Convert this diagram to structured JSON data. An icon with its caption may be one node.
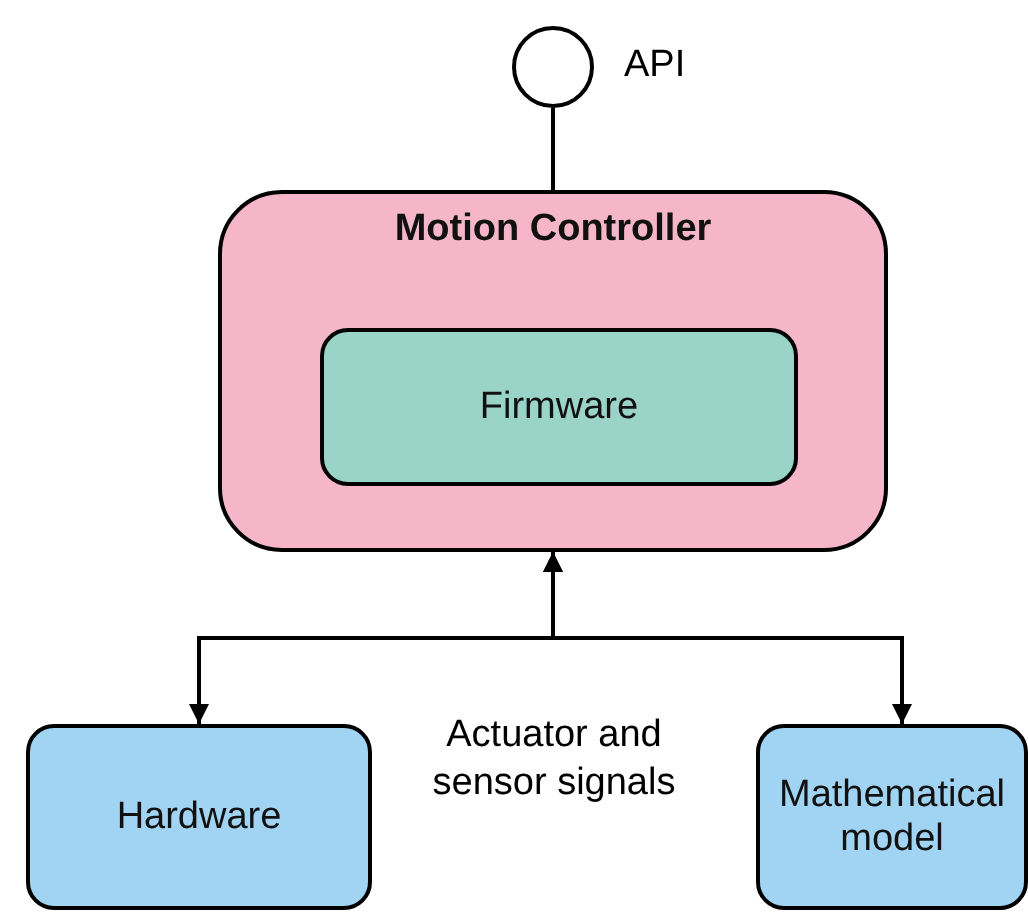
{
  "diagram": {
    "nodes": [
      {
        "text": [],
        "shape": "circle",
        "beside": [
          "API"
        ]
      },
      {
        "text": [
          "Motion Controller"
        ]
      },
      {
        "text": [
          "Firmware"
        ],
        "in": 1
      },
      {
        "text": [
          "Hardware"
        ]
      },
      {
        "text": [
          "Mathematical model"
        ]
      }
    ],
    "edges": [
      {
        "from": 0,
        "to": 1,
        "arrow": "none"
      },
      {
        "from": 3,
        "to": 1,
        "arrow": "both"
      },
      {
        "from": 4,
        "to": 1,
        "arrow": "both"
      }
    ],
    "labels": [
      "Actuator and sensor signals"
    ]
  }
}
